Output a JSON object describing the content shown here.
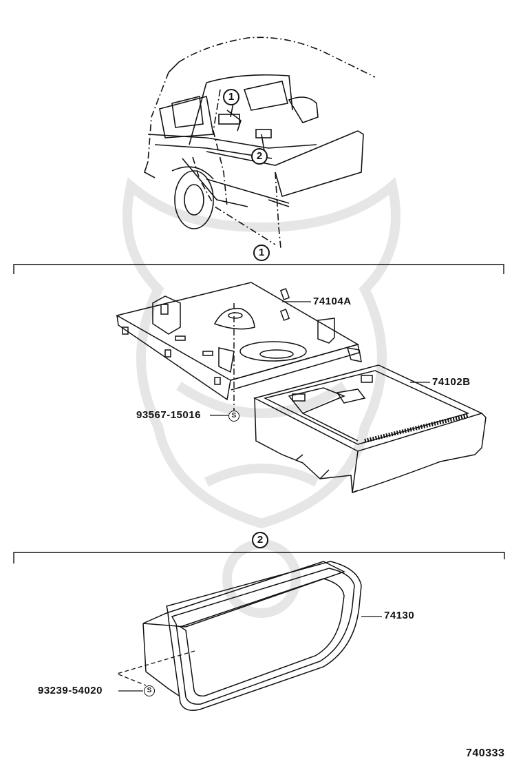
{
  "callouts": {
    "one": "1",
    "two": "2"
  },
  "parts": {
    "p74104A": "74104A",
    "p74102B": "74102B",
    "p93567": "93567-15016",
    "p74130": "74130",
    "p93239": "93239-54020"
  },
  "symbols": {
    "s": "S"
  },
  "footer": {
    "code": "740333"
  },
  "colors": {
    "ink": "#111111",
    "watermark": "#e6e6e6"
  }
}
